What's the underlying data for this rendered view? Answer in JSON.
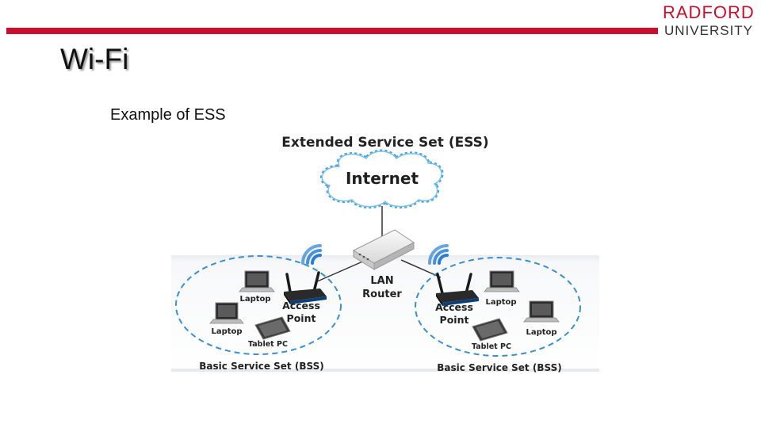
{
  "brand": {
    "line1": "RADFORD",
    "line2": "UNIVERSITY",
    "accent_color": "#c8102e"
  },
  "slide": {
    "title": "Wi-Fi",
    "subtitle": "Example of ESS"
  },
  "diagram": {
    "heading": "Extended Service Set (ESS)",
    "internet": "Internet",
    "router_line1": "LAN",
    "router_line2": "Router",
    "left_bss": {
      "laptop_top": "Laptop",
      "laptop_bottom": "Laptop",
      "tablet": "Tablet PC",
      "ap_line1": "Access",
      "ap_line2": "Point",
      "label": "Basic Service Set (BSS)"
    },
    "right_bss": {
      "laptop_top": "Laptop",
      "laptop_bottom": "Laptop",
      "tablet": "Tablet PC",
      "ap_line1": "Access",
      "ap_line2": "Point",
      "label": "Basic Service Set (BSS)"
    },
    "colors": {
      "cloud_fill": "#ffffff",
      "cloud_border": "#4a9fd8",
      "dashed_border": "#3a8fd0",
      "wifi_blue": "#2a7fd4",
      "text": "#222222"
    }
  }
}
